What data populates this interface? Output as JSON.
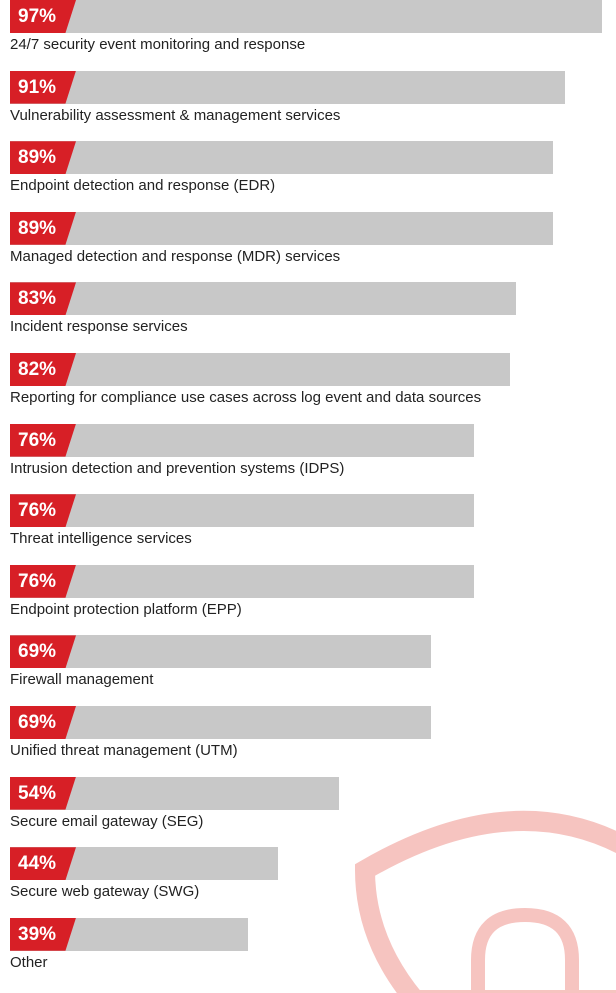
{
  "chart_data": {
    "type": "bar",
    "orientation": "horizontal",
    "xlim": [
      0,
      100
    ],
    "grid": false,
    "colors": {
      "bar": "#c8c8c8",
      "value_tag": "#d71f26",
      "value_text": "#ffffff",
      "label": "#222222"
    },
    "categories": [
      "24/7 security event monitoring and response",
      "Vulnerability assessment & management services",
      "Endpoint detection and response (EDR)",
      "Managed detection and response (MDR) services",
      "Incident response services",
      "Reporting for compliance use cases across log event and data sources",
      "Intrusion detection and prevention systems (IDPS)",
      "Threat intelligence services",
      "Endpoint protection platform (EPP)",
      "Firewall management",
      "Unified threat management (UTM)",
      "Secure email gateway (SEG)",
      "Secure web gateway (SWG)",
      "Other"
    ],
    "values": [
      97,
      91,
      89,
      89,
      83,
      82,
      76,
      76,
      76,
      69,
      69,
      54,
      44,
      39
    ],
    "value_labels": [
      "97%",
      "91%",
      "89%",
      "89%",
      "83%",
      "82%",
      "76%",
      "76%",
      "76%",
      "69%",
      "69%",
      "54%",
      "44%",
      "39%"
    ]
  },
  "watermark": {
    "icon": "shield-lock-icon",
    "color": "#f6c4c0"
  }
}
